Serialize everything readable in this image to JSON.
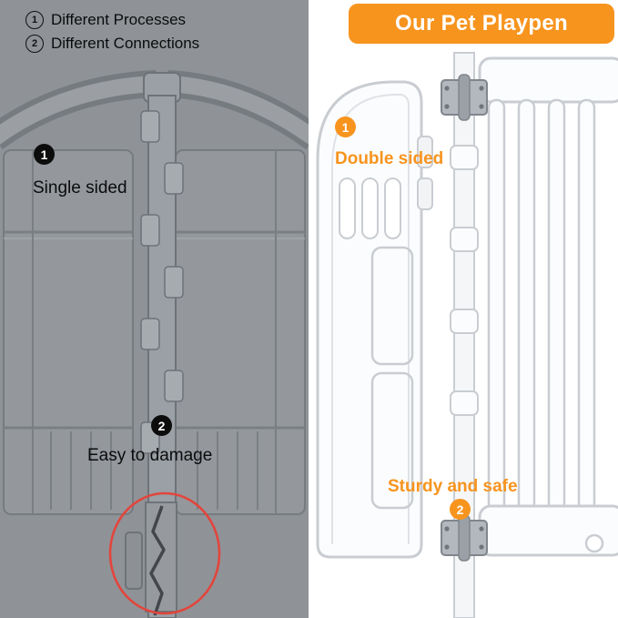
{
  "colors": {
    "orange": "#F7941E",
    "red": "#E2453C",
    "left_bg": "#8F9398"
  },
  "header": {
    "title": "Our Pet Playpen"
  },
  "legend": {
    "items": [
      {
        "num": "1",
        "label": "Different Processes"
      },
      {
        "num": "2",
        "label": "Different Connections"
      }
    ]
  },
  "left_panel": {
    "callout1": {
      "num": "1",
      "label": "Single sided"
    },
    "callout2": {
      "num": "2",
      "label": "Easy to damage"
    }
  },
  "right_panel": {
    "callout1": {
      "num": "1",
      "label": "Double sided"
    },
    "callout2": {
      "num": "2",
      "label": "Sturdy and safe"
    }
  }
}
